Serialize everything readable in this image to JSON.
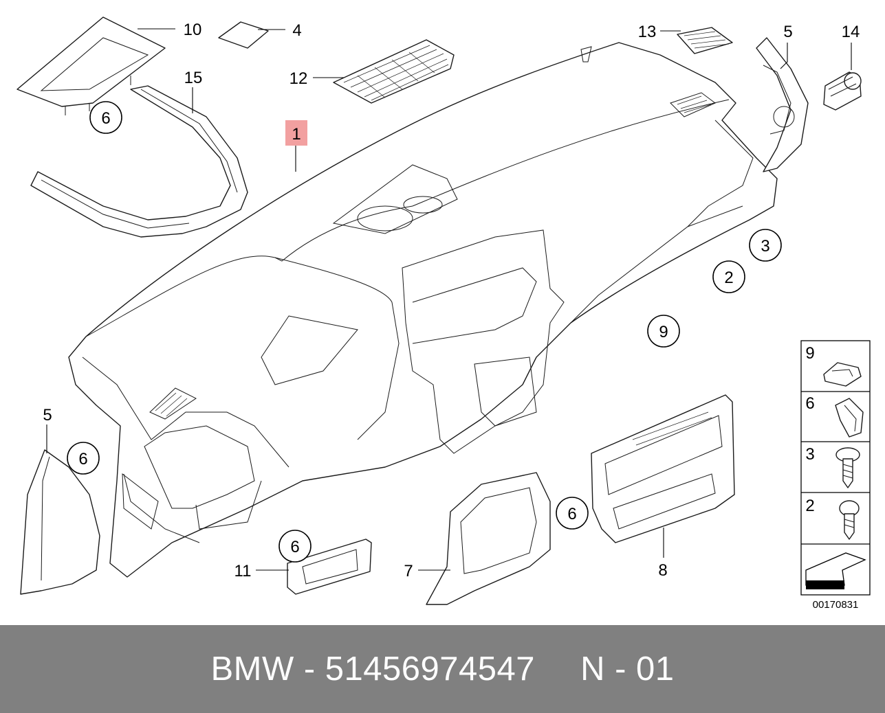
{
  "diagram": {
    "callouts": {
      "c1": "1",
      "c2": "2",
      "c3": "3",
      "c4": "4",
      "c5a": "5",
      "c5b": "5",
      "c6a": "6",
      "c6b": "6",
      "c6c": "6",
      "c6d": "6",
      "c7": "7",
      "c8": "8",
      "c9": "9",
      "c10": "10",
      "c11": "11",
      "c12": "12",
      "c13": "13",
      "c14": "14",
      "c15": "15"
    },
    "legend": {
      "r9": "9",
      "r6": "6",
      "r3": "3",
      "r2": "2"
    },
    "diagram_code": "00170831",
    "highlight_color": "#f2a0a0"
  },
  "footer": {
    "part_label": "BMW - 51456974547",
    "position_label": "N - 01"
  }
}
